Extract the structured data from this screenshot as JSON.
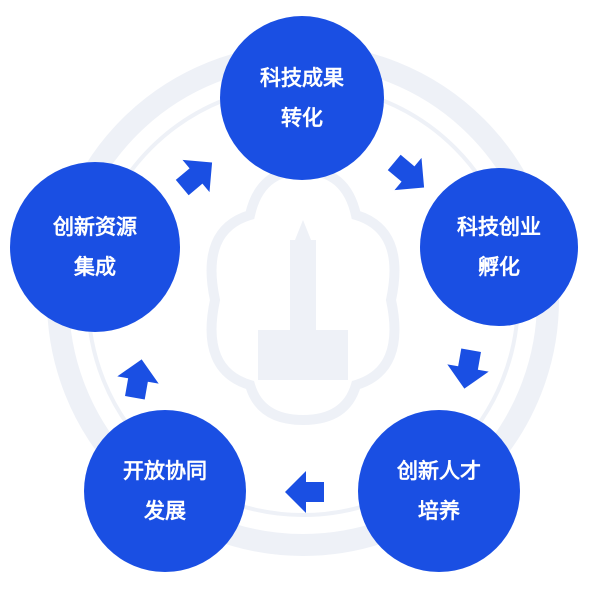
{
  "title": "Innovation cycle diagram",
  "colors": {
    "node": "#1a4fe3",
    "arrow": "#1a4fe3",
    "watermark": "#eef1f7"
  },
  "nodes": [
    {
      "line1": "科技成果",
      "line2": "转化"
    },
    {
      "line1": "科技创业",
      "line2": "孵化"
    },
    {
      "line1": "创新人才",
      "line2": "培养"
    },
    {
      "line1": "开放协同",
      "line2": "发展"
    },
    {
      "line1": "创新资源",
      "line2": "集成"
    }
  ]
}
